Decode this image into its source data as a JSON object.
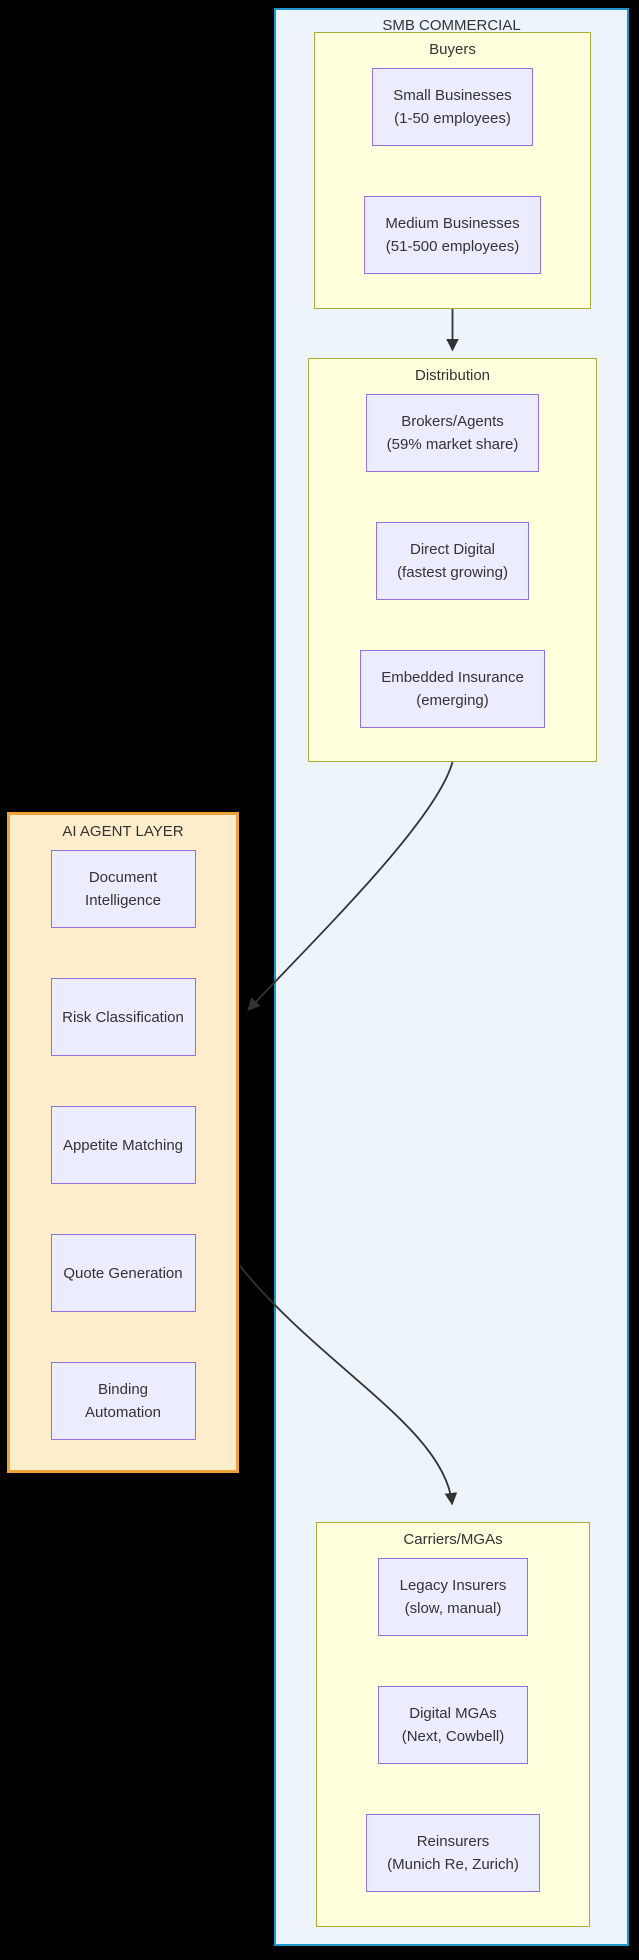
{
  "container": {
    "title": "SMB COMMERCIAL"
  },
  "groups": [
    {
      "id": "buyers",
      "title": "Buyers",
      "nodes": [
        {
          "label": "Small Businesses",
          "sublabel": "(1-50 employees)"
        },
        {
          "label": "Medium Businesses",
          "sublabel": "(51-500 employees)"
        }
      ]
    },
    {
      "id": "distribution",
      "title": "Distribution",
      "nodes": [
        {
          "label": "Brokers/Agents",
          "sublabel": "(59% market share)"
        },
        {
          "label": "Direct Digital",
          "sublabel": "(fastest growing)"
        },
        {
          "label": "Embedded Insurance",
          "sublabel": "(emerging)"
        }
      ]
    },
    {
      "id": "ai-agent-layer",
      "title": "AI AGENT LAYER",
      "nodes": [
        {
          "label": "Document Intelligence"
        },
        {
          "label": "Risk Classification"
        },
        {
          "label": "Appetite Matching"
        },
        {
          "label": "Quote Generation"
        },
        {
          "label": "Binding Automation"
        }
      ]
    },
    {
      "id": "carriers-mgas",
      "title": "Carriers/MGAs",
      "nodes": [
        {
          "label": "Legacy Insurers",
          "sublabel": "(slow, manual)"
        },
        {
          "label": "Digital MGAs",
          "sublabel": "(Next, Cowbell)"
        },
        {
          "label": "Reinsurers",
          "sublabel": "(Munich Re, Zurich)"
        }
      ]
    }
  ],
  "edges": [
    {
      "from": "buyers",
      "to": "distribution"
    },
    {
      "from": "distribution",
      "to": "ai-agent-layer"
    },
    {
      "from": "ai-agent-layer",
      "to": "carriers-mgas"
    }
  ],
  "colors": {
    "background": "#000000",
    "container_fill": "#edf4fc",
    "container_stroke": "#1e96c8",
    "group_fill": "#ffffde",
    "group_stroke": "#abab35",
    "ai_fill": "#fdedca",
    "ai_stroke": "#eda338",
    "node_fill": "#ececff",
    "node_stroke": "#9370db",
    "edge_stroke": "#333333",
    "text": "#333333"
  }
}
